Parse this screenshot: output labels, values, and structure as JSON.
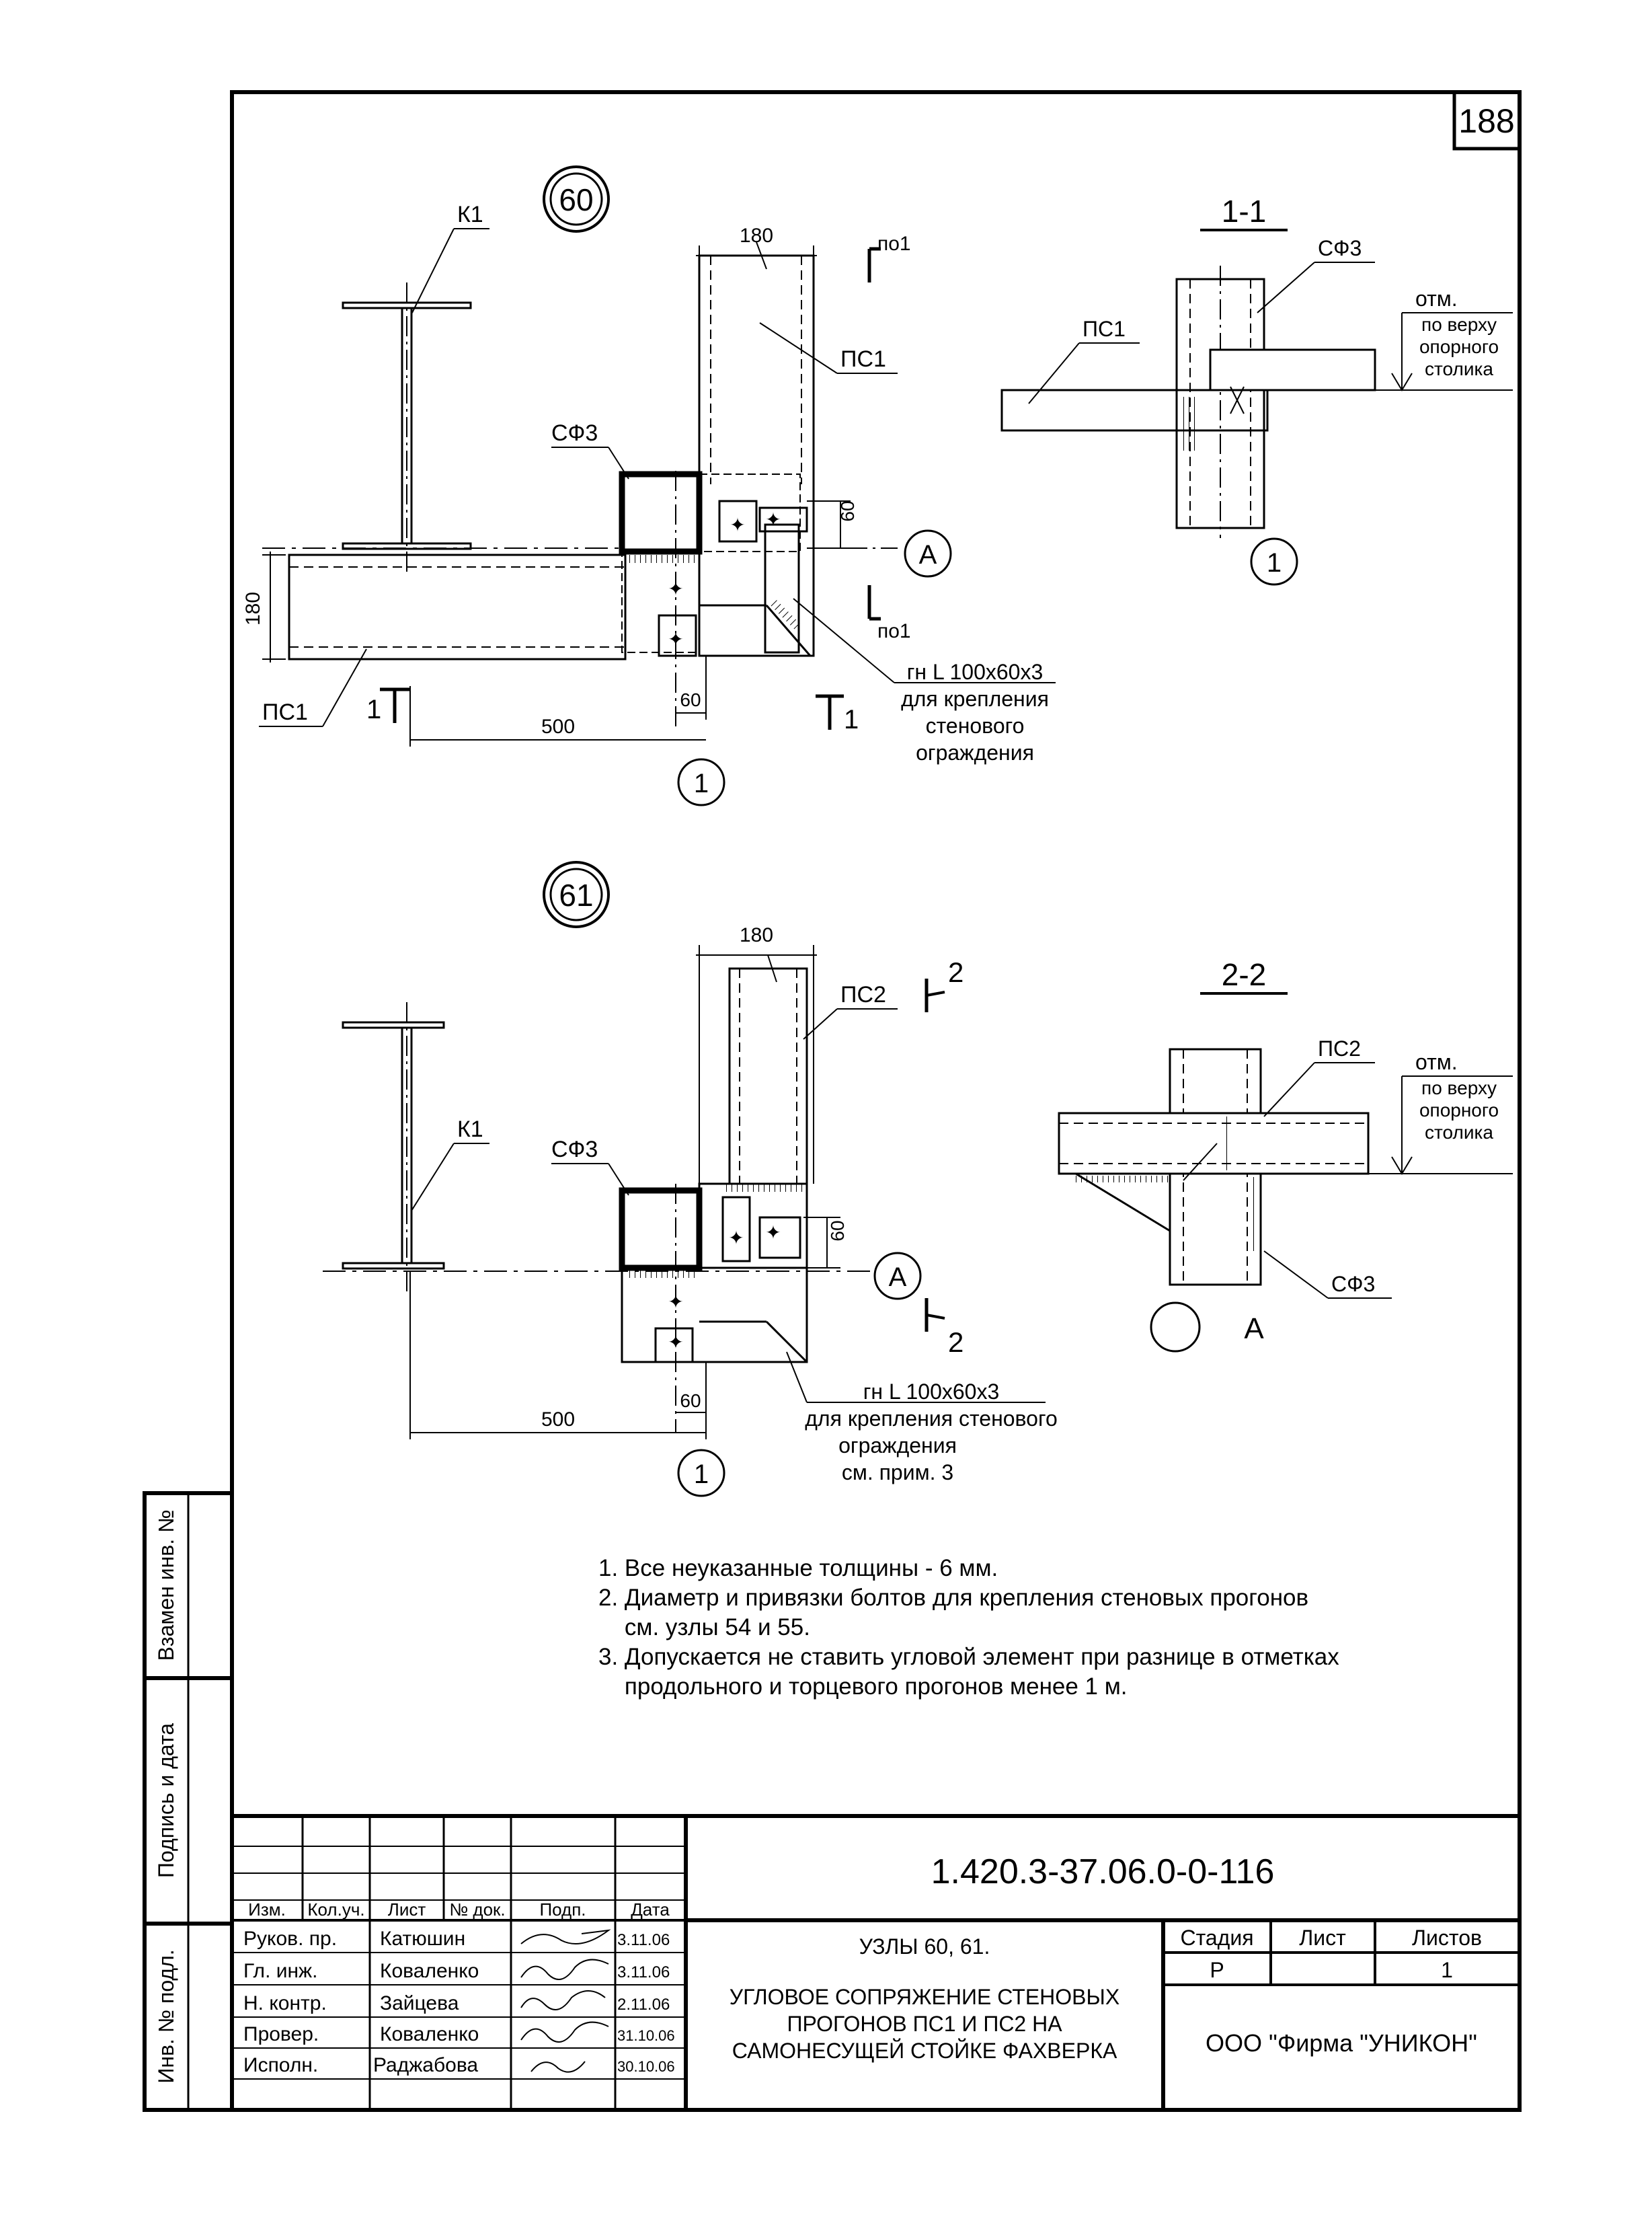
{
  "sheet_number": "188",
  "node_60": {
    "number": "60",
    "label_k1": "К1",
    "label_sf3": "СФ3",
    "label_ps1_top": "ПС1",
    "label_ps1_bottom": "ПС1",
    "dim_180_top": "180",
    "dim_180_left": "180",
    "dim_60_right": "60",
    "dim_60_bottom": "60",
    "dim_500": "500",
    "section_mark_top": "по1",
    "section_mark_bottom": "по1",
    "section_mark_left": "1",
    "section_mark_right": "1",
    "axis_a": "А",
    "axis_1": "1",
    "angle_label_1": "гн L 100х60х3",
    "angle_label_2": "для крепления",
    "angle_label_3": "стенового",
    "angle_label_4": "ограждения"
  },
  "section_1_1": {
    "title": "1-1",
    "label_sf3": "СФ3",
    "label_ps1": "ПС1",
    "otm": "отм.",
    "otm_note_1": "по верху",
    "otm_note_2": "опорного",
    "otm_note_3": "столика",
    "axis_1": "1"
  },
  "node_61": {
    "number": "61",
    "label_k1": "К1",
    "label_sf3": "СФ3",
    "label_ps2": "ПС2",
    "dim_180_top": "180",
    "dim_60_right": "60",
    "dim_60_bottom": "60",
    "dim_500": "500",
    "section_mark_top": "2",
    "section_mark_bottom": "2",
    "axis_a": "А",
    "axis_1": "1",
    "angle_label_1": "гн L 100х60х3",
    "angle_label_2": "для крепления стенового",
    "angle_label_3": "ограждения",
    "angle_label_4": "см. прим. 3"
  },
  "section_2_2": {
    "title": "2-2",
    "label_ps2": "ПС2",
    "label_sf3": "СФ3",
    "otm": "отм.",
    "otm_note_1": "по верху",
    "otm_note_2": "опорного",
    "otm_note_3": "столика",
    "axis_a": "А"
  },
  "notes": [
    "1. Все неуказанные толщины - 6 мм.",
    "2. Диаметр и привязки болтов для крепления стеновых прогонов",
    "    см. узлы 54 и 55.",
    "3. Допускается не ставить угловой элемент при разнице в отметках",
    "    продольного и торцевого прогонов менее 1 м."
  ],
  "side_stamps": {
    "replace_inv": "Взамен инв. №",
    "sign_date": "Подпись и дата",
    "inv_orig": "Инв. № подл."
  },
  "title_block": {
    "doc_code": "1.420.3-37.06.0-0-116",
    "col_headers": [
      "Изм.",
      "Кол.уч.",
      "Лист",
      "№ док.",
      "Подп.",
      "Дата"
    ],
    "rows": [
      {
        "role": "Руков. пр.",
        "name": "Катюшин",
        "date": "3.11.06"
      },
      {
        "role": "Гл. инж.",
        "name": "Коваленко",
        "date": "3.11.06"
      },
      {
        "role": "Н. контр.",
        "name": "Зайцева",
        "date": "2.11.06"
      },
      {
        "role": "Провер.",
        "name": "Коваленко",
        "date": "31.10.06"
      },
      {
        "role": "Исполн.",
        "name": "Раджабова",
        "date": "30.10.06"
      }
    ],
    "subtitle": "УЗЛЫ 60, 61.",
    "title_lines": [
      "УГЛОВОЕ СОПРЯЖЕНИЕ СТЕНОВЫХ",
      "ПРОГОНОВ ПС1 И ПС2  НА",
      "САМОНЕСУЩЕЙ СТОЙКЕ ФАХВЕРКА"
    ],
    "stage_label": "Стадия",
    "sheet_label": "Лист",
    "sheets_label": "Листов",
    "stage_value": "Р",
    "sheet_value": "",
    "sheets_value": "1",
    "company": "ООО  \"Фирма \"УНИКОН\""
  }
}
